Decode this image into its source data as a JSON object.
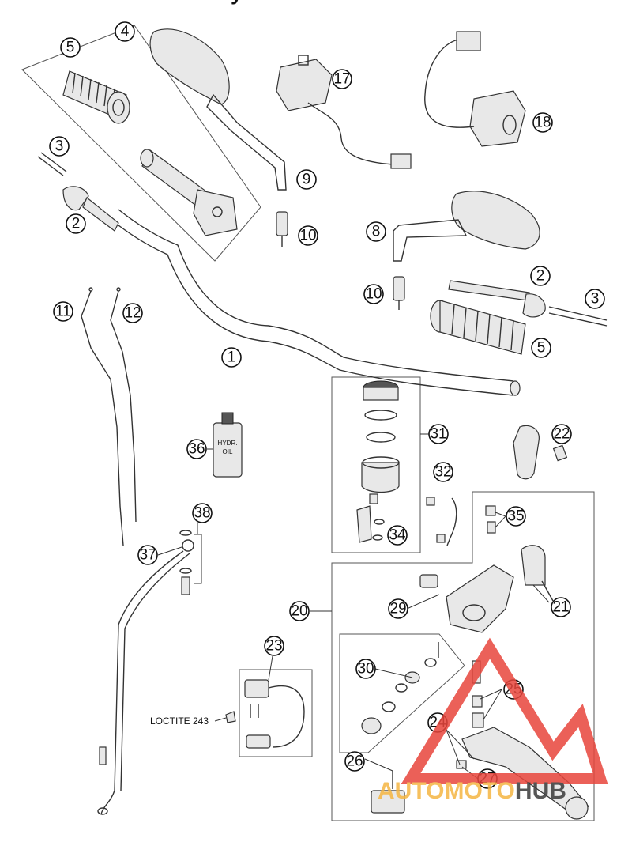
{
  "header_fragment": "y",
  "parts": [
    {
      "id": "p1",
      "number": "1"
    },
    {
      "id": "p2a",
      "number": "2"
    },
    {
      "id": "p2b",
      "number": "2"
    },
    {
      "id": "p3a",
      "number": "3"
    },
    {
      "id": "p3b",
      "number": "3"
    },
    {
      "id": "p4",
      "number": "4"
    },
    {
      "id": "p5a",
      "number": "5"
    },
    {
      "id": "p5b",
      "number": "5"
    },
    {
      "id": "p8",
      "number": "8"
    },
    {
      "id": "p9",
      "number": "9"
    },
    {
      "id": "p10a",
      "number": "10"
    },
    {
      "id": "p10b",
      "number": "10"
    },
    {
      "id": "p11",
      "number": "11"
    },
    {
      "id": "p12",
      "number": "12"
    },
    {
      "id": "p17",
      "number": "17"
    },
    {
      "id": "p18",
      "number": "18"
    },
    {
      "id": "p20",
      "number": "20"
    },
    {
      "id": "p21",
      "number": "21"
    },
    {
      "id": "p22",
      "number": "22"
    },
    {
      "id": "p23",
      "number": "23"
    },
    {
      "id": "p24",
      "number": "24"
    },
    {
      "id": "p25",
      "number": "25"
    },
    {
      "id": "p26",
      "number": "26"
    },
    {
      "id": "p27",
      "number": "27"
    },
    {
      "id": "p29",
      "number": "29"
    },
    {
      "id": "p30",
      "number": "30"
    },
    {
      "id": "p31",
      "number": "31"
    },
    {
      "id": "p32",
      "number": "32"
    },
    {
      "id": "p34",
      "number": "34"
    },
    {
      "id": "p35",
      "number": "35"
    },
    {
      "id": "p36",
      "number": "36"
    },
    {
      "id": "p37",
      "number": "37"
    },
    {
      "id": "p38",
      "number": "38"
    }
  ],
  "annotation": "LOCTITE 243",
  "oil_bottle": {
    "line1": "HYDR.",
    "line2": "OIL"
  },
  "watermark": {
    "text_orange": "AUTOMOTO",
    "text_dark": "HUB",
    "orange": "#f5b642",
    "red": "#e8453c",
    "dark": "#3a3a3a"
  }
}
